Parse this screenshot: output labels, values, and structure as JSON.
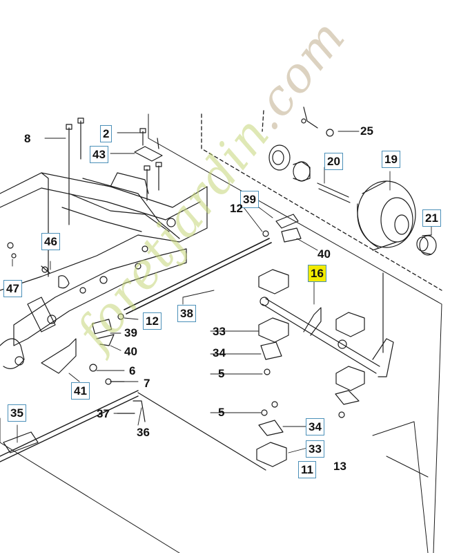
{
  "diagram": {
    "watermark_main": "foretjardin",
    "watermark_tld": ".com",
    "callouts": [
      {
        "id": "c8",
        "text": "8",
        "boxed": false,
        "highlight": false
      },
      {
        "id": "c2",
        "text": "2",
        "boxed": true,
        "highlight": false
      },
      {
        "id": "c43",
        "text": "43",
        "boxed": true,
        "highlight": false
      },
      {
        "id": "c46",
        "text": "46",
        "boxed": true,
        "highlight": false
      },
      {
        "id": "c47",
        "text": "47",
        "boxed": true,
        "highlight": false
      },
      {
        "id": "c25",
        "text": "25",
        "boxed": false,
        "highlight": false
      },
      {
        "id": "c20",
        "text": "20",
        "boxed": true,
        "highlight": false
      },
      {
        "id": "c19",
        "text": "19",
        "boxed": true,
        "highlight": false
      },
      {
        "id": "c39a",
        "text": "39",
        "boxed": true,
        "highlight": false
      },
      {
        "id": "c12a",
        "text": "12",
        "boxed": false,
        "highlight": false
      },
      {
        "id": "c21",
        "text": "21",
        "boxed": true,
        "highlight": false
      },
      {
        "id": "c40a",
        "text": "40",
        "boxed": false,
        "highlight": false
      },
      {
        "id": "c16",
        "text": "16",
        "boxed": true,
        "highlight": true
      },
      {
        "id": "c38",
        "text": "38",
        "boxed": true,
        "highlight": false
      },
      {
        "id": "c12b",
        "text": "12",
        "boxed": true,
        "highlight": false
      },
      {
        "id": "c39b",
        "text": "39",
        "boxed": false,
        "highlight": false
      },
      {
        "id": "c40b",
        "text": "40",
        "boxed": false,
        "highlight": false
      },
      {
        "id": "c33a",
        "text": "33",
        "boxed": false,
        "highlight": false
      },
      {
        "id": "c34a",
        "text": "34",
        "boxed": false,
        "highlight": false
      },
      {
        "id": "c5a",
        "text": "5",
        "boxed": false,
        "highlight": false
      },
      {
        "id": "c6",
        "text": "6",
        "boxed": false,
        "highlight": false
      },
      {
        "id": "c7",
        "text": "7",
        "boxed": false,
        "highlight": false
      },
      {
        "id": "c41",
        "text": "41",
        "boxed": true,
        "highlight": false
      },
      {
        "id": "c35",
        "text": "35",
        "boxed": true,
        "highlight": false
      },
      {
        "id": "c37",
        "text": "37",
        "boxed": false,
        "highlight": false
      },
      {
        "id": "c36",
        "text": "36",
        "boxed": false,
        "highlight": false
      },
      {
        "id": "c5b",
        "text": "5",
        "boxed": false,
        "highlight": false
      },
      {
        "id": "c34b",
        "text": "34",
        "boxed": true,
        "highlight": false
      },
      {
        "id": "c33b",
        "text": "33",
        "boxed": true,
        "highlight": false
      },
      {
        "id": "c11",
        "text": "11",
        "boxed": true,
        "highlight": false
      },
      {
        "id": "c13",
        "text": "13",
        "boxed": false,
        "highlight": false
      }
    ]
  },
  "colors": {
    "line": "#1a1a1a",
    "callout_border": "#4a8fb8",
    "highlight": "#f2ea00",
    "watermark_green": "#c4d678",
    "watermark_tan": "#c4b496"
  }
}
